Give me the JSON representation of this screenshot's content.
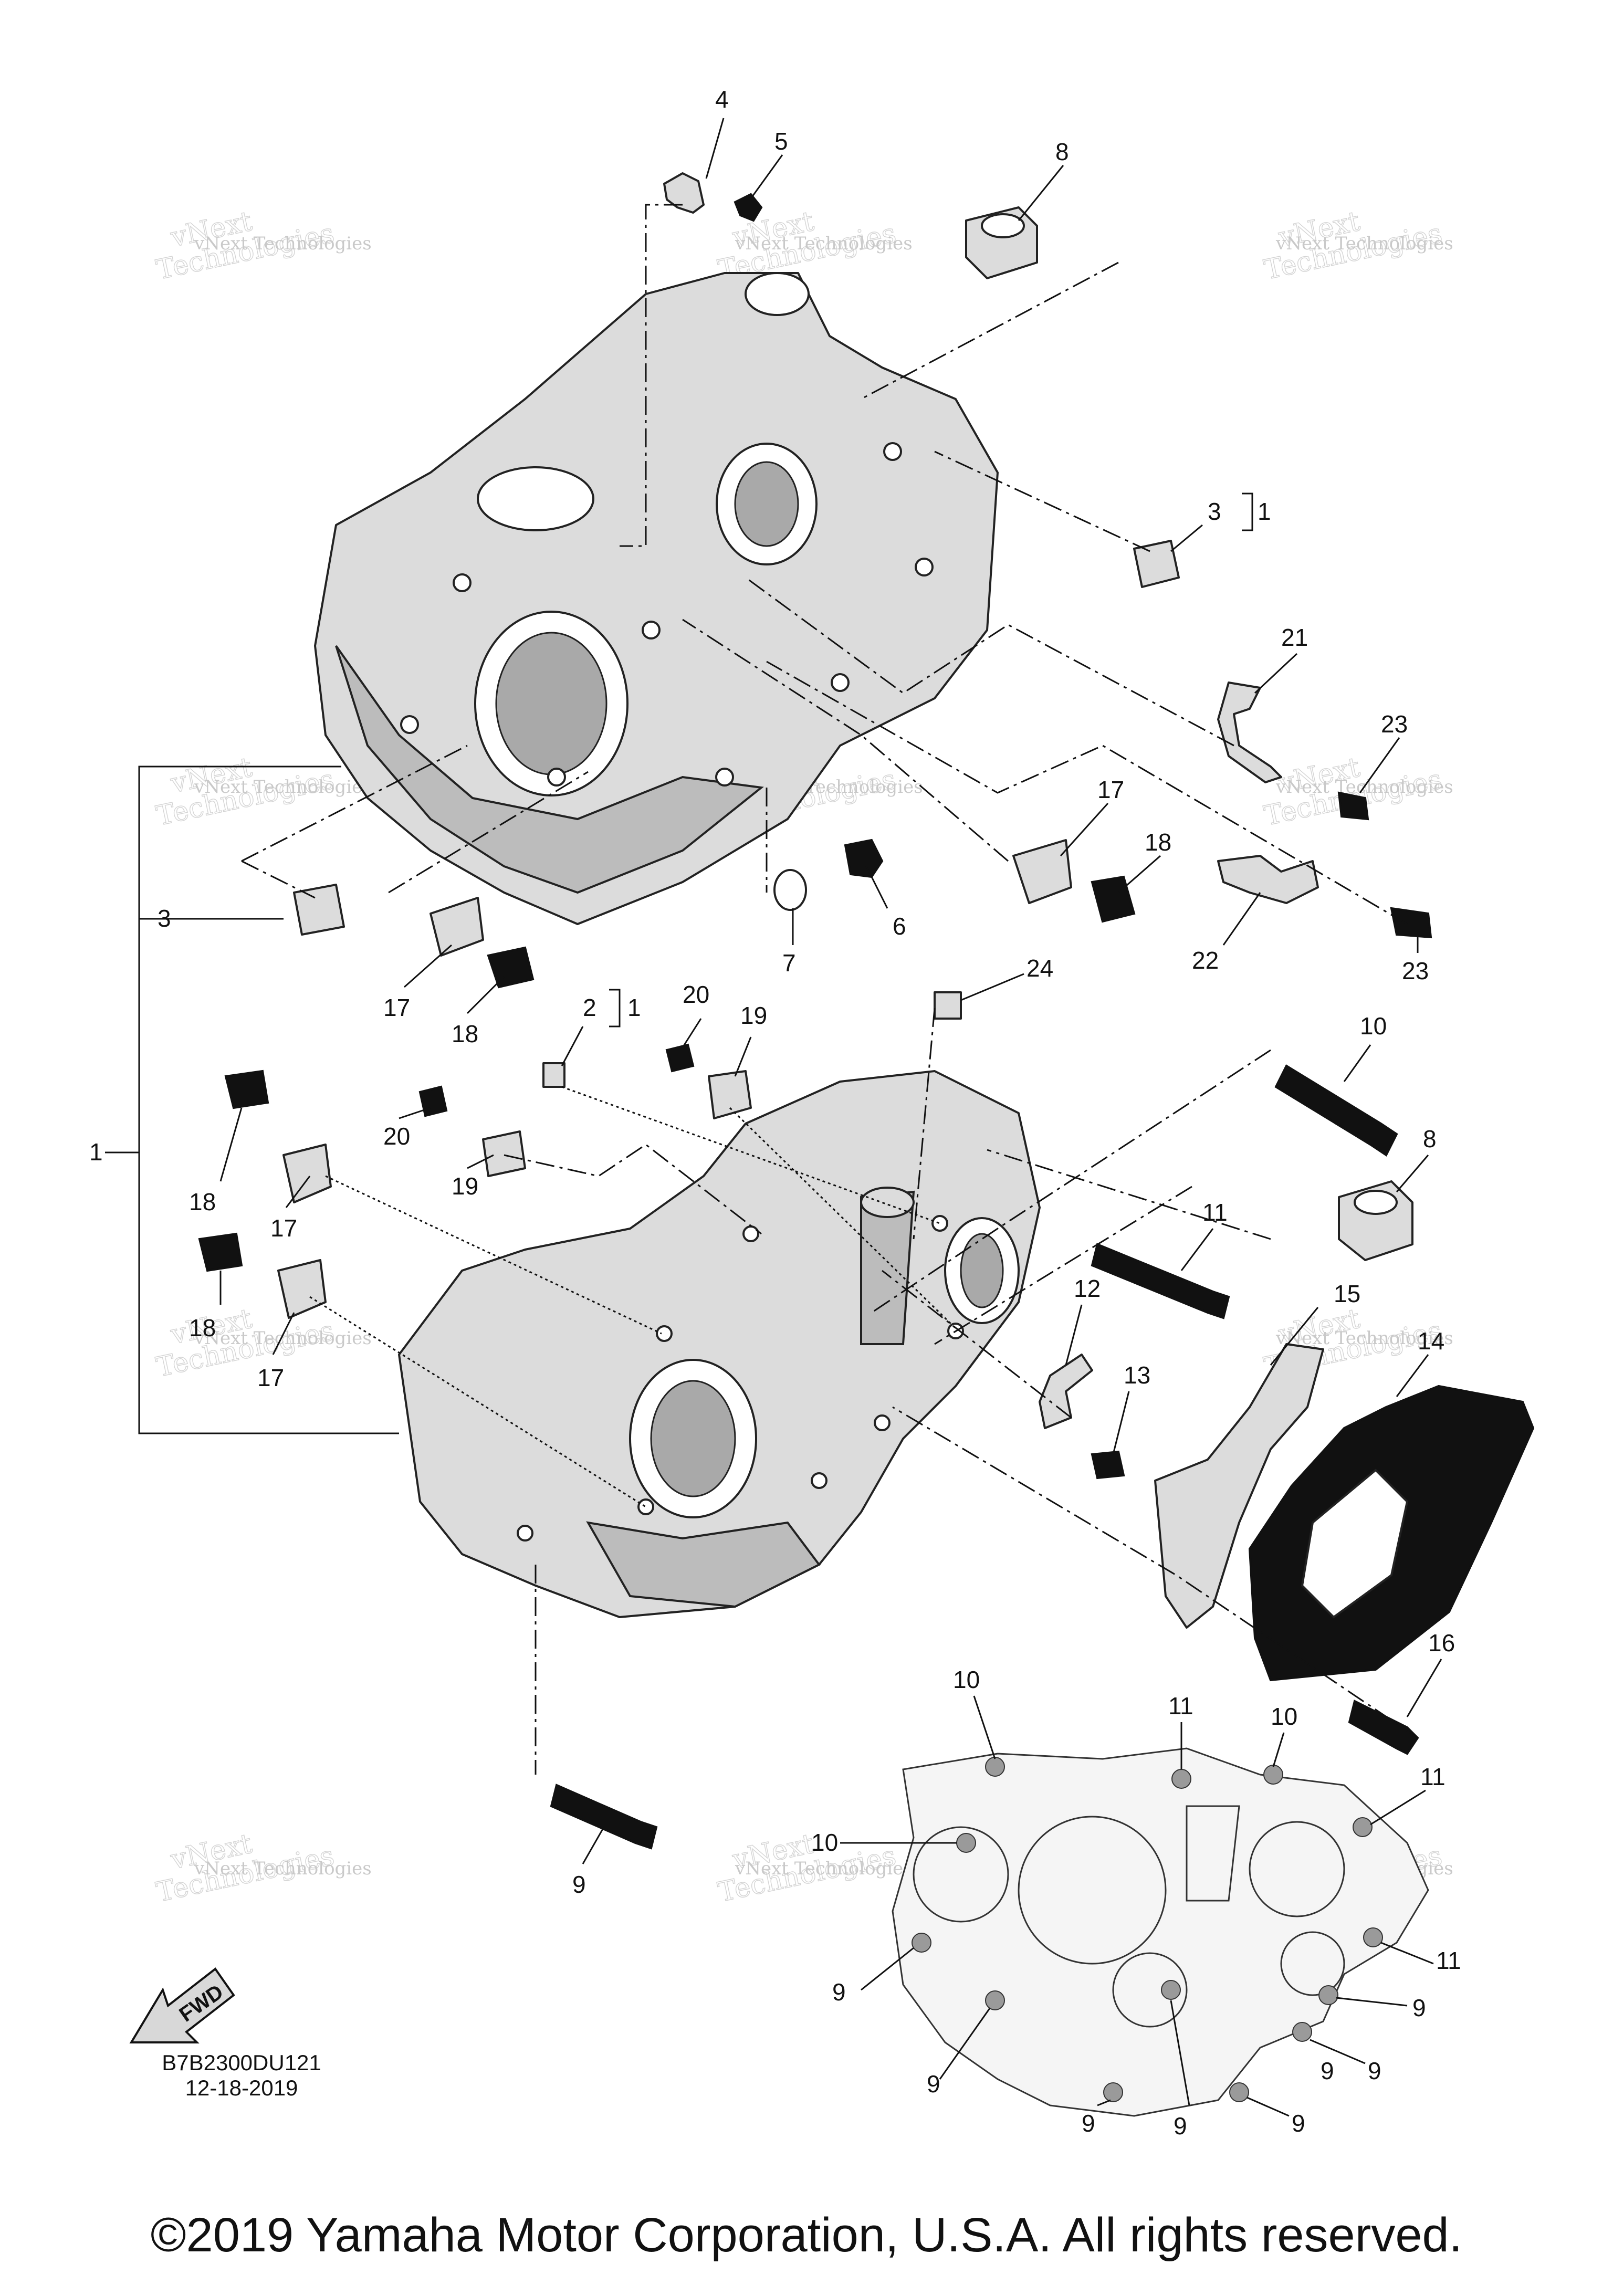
{
  "diagram": {
    "callouts": [
      {
        "id": "c4",
        "text": "4"
      },
      {
        "id": "c5",
        "text": "5"
      },
      {
        "id": "c8a",
        "text": "8"
      },
      {
        "id": "c3a",
        "text": "3"
      },
      {
        "id": "c3a_ref",
        "text": "1"
      },
      {
        "id": "c21",
        "text": "21"
      },
      {
        "id": "c23a",
        "text": "23"
      },
      {
        "id": "c17a",
        "text": "17"
      },
      {
        "id": "c18a",
        "text": "18"
      },
      {
        "id": "c6",
        "text": "6"
      },
      {
        "id": "c7",
        "text": "7"
      },
      {
        "id": "c22",
        "text": "22"
      },
      {
        "id": "c23b",
        "text": "23"
      },
      {
        "id": "c3b",
        "text": "3"
      },
      {
        "id": "c17b",
        "text": "17"
      },
      {
        "id": "c18b",
        "text": "18"
      },
      {
        "id": "c2",
        "text": "2"
      },
      {
        "id": "c2_ref",
        "text": "1"
      },
      {
        "id": "c20a",
        "text": "20"
      },
      {
        "id": "c19a",
        "text": "19"
      },
      {
        "id": "c24",
        "text": "24"
      },
      {
        "id": "c10a",
        "text": "10"
      },
      {
        "id": "c1",
        "text": "1"
      },
      {
        "id": "c18c",
        "text": "18"
      },
      {
        "id": "c17c",
        "text": "17"
      },
      {
        "id": "c20b",
        "text": "20"
      },
      {
        "id": "c19b",
        "text": "19"
      },
      {
        "id": "c8b",
        "text": "8"
      },
      {
        "id": "c11a",
        "text": "11"
      },
      {
        "id": "c18d",
        "text": "18"
      },
      {
        "id": "c17d",
        "text": "17"
      },
      {
        "id": "c12",
        "text": "12"
      },
      {
        "id": "c15",
        "text": "15"
      },
      {
        "id": "c14",
        "text": "14"
      },
      {
        "id": "c13",
        "text": "13"
      },
      {
        "id": "c16",
        "text": "16"
      },
      {
        "id": "c9a",
        "text": "9"
      },
      {
        "id": "c10b",
        "text": "10"
      },
      {
        "id": "c11b",
        "text": "11"
      },
      {
        "id": "c10c",
        "text": "10"
      },
      {
        "id": "c11c",
        "text": "11"
      },
      {
        "id": "c10d",
        "text": "10"
      },
      {
        "id": "c9b",
        "text": "9"
      },
      {
        "id": "c11d",
        "text": "11"
      },
      {
        "id": "c9c",
        "text": "9"
      },
      {
        "id": "c9d",
        "text": "9"
      },
      {
        "id": "c9e",
        "text": "9"
      },
      {
        "id": "c9f",
        "text": "9"
      },
      {
        "id": "c9g",
        "text": "9"
      },
      {
        "id": "c9h",
        "text": "9"
      },
      {
        "id": "c9i",
        "text": "9"
      }
    ],
    "fwd_label": "FWD",
    "watermark": {
      "line1": "vNext",
      "line2": "Technologies",
      "small": "vNext Technologies"
    }
  },
  "drawing_code": "B7B2300DU121",
  "drawing_date": "12-18-2019",
  "copyright": "©2019 Yamaha Motor Corporation, U.S.A. All rights reserved."
}
